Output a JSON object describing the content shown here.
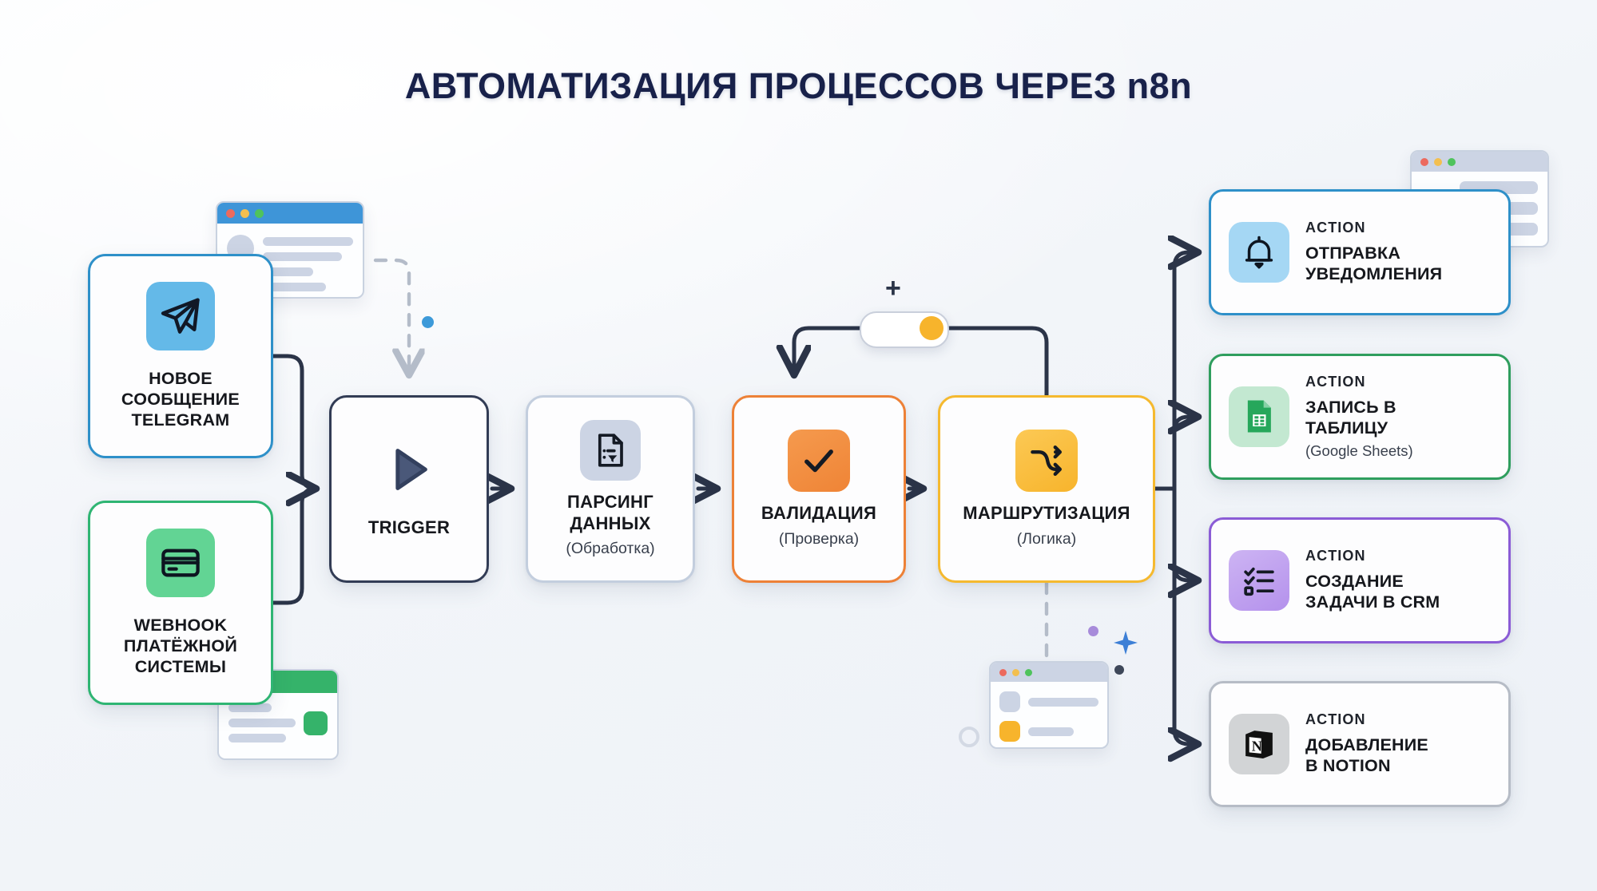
{
  "page": {
    "title": "АВТОМАТИЗАЦИЯ ПРОЦЕССОВ ЧЕРЕЗ n8n"
  },
  "colors": {
    "title": "#18214a",
    "telegram_blue": "#2e90c9",
    "webhook_green": "#2fb573",
    "trigger_navy": "#323c55",
    "parsing_gray": "#c3cede",
    "validation_orange": "#ed8137",
    "routing_amber": "#f5b92f",
    "notify_blue": "#2e90c9",
    "sheets_green": "#2f9e5e",
    "crm_purple": "#8b5cd6",
    "notion_gray": "#b6bcc6",
    "wire": "#2b3448",
    "dashed_wire": "#b4bcc9"
  },
  "sources": [
    {
      "id": "telegram",
      "icon": "telegram-paper-plane-icon",
      "title": "НОВОЕ\nСООБЩЕНИЕ\nTELEGRAM",
      "lines": [
        "НОВОЕ",
        "СООБЩЕНИЕ",
        "TELEGRAM"
      ]
    },
    {
      "id": "webhook",
      "icon": "credit-card-icon",
      "title": "WEBHOOK\nПЛАТЁЖНОЙ\nСИСТЕМЫ",
      "lines": [
        "WEBHOOK",
        "ПЛАТЁЖНОЙ",
        "СИСТЕМЫ"
      ]
    }
  ],
  "pipeline": [
    {
      "id": "trigger",
      "icon": "play-triangle-icon",
      "title": "TRIGGER",
      "subtitle": ""
    },
    {
      "id": "parsing",
      "icon": "document-filter-icon",
      "title": "ПАРСИНГ\nДАННЫХ",
      "lines": [
        "ПАРСИНГ",
        "ДАННЫХ"
      ],
      "subtitle": "(Обработка)"
    },
    {
      "id": "validation",
      "icon": "checkmark-icon",
      "title": "ВАЛИДАЦИЯ",
      "subtitle": "(Проверка)"
    },
    {
      "id": "routing",
      "icon": "shuffle-arrows-icon",
      "title": "МАРШРУТИЗАЦИЯ",
      "subtitle": "(Логика)"
    }
  ],
  "actions": [
    {
      "id": "notification",
      "badge": "ACTION",
      "icon": "bell-icon",
      "name": "ОТПРАВКА\nУВЕДОМЛЕНИЯ",
      "lines": [
        "ОТПРАВКА",
        "УВЕДОМЛЕНИЯ"
      ],
      "subtitle": ""
    },
    {
      "id": "sheets",
      "badge": "ACTION",
      "icon": "google-sheets-icon",
      "name": "ЗАПИСЬ В\nТАБЛИЦУ",
      "lines": [
        "ЗАПИСЬ В",
        "ТАБЛИЦУ"
      ],
      "subtitle": "(Google Sheets)"
    },
    {
      "id": "crm",
      "badge": "ACTION",
      "icon": "checklist-icon",
      "name": "СОЗДАНИЕ\nЗАДАЧИ В CRM",
      "lines": [
        "СОЗДАНИЕ",
        "ЗАДАЧИ В CRM"
      ],
      "subtitle": ""
    },
    {
      "id": "notion",
      "badge": "ACTION",
      "icon": "notion-cube-icon",
      "name": "ДОБАВЛЕНИЕ\nВ NOTION",
      "lines": [
        "ДОБАВЛЕНИЕ",
        "В NOTION"
      ],
      "subtitle": ""
    }
  ],
  "toggle": {
    "state": "on",
    "knob_color": "#f7b42c",
    "plus_label": "+"
  }
}
